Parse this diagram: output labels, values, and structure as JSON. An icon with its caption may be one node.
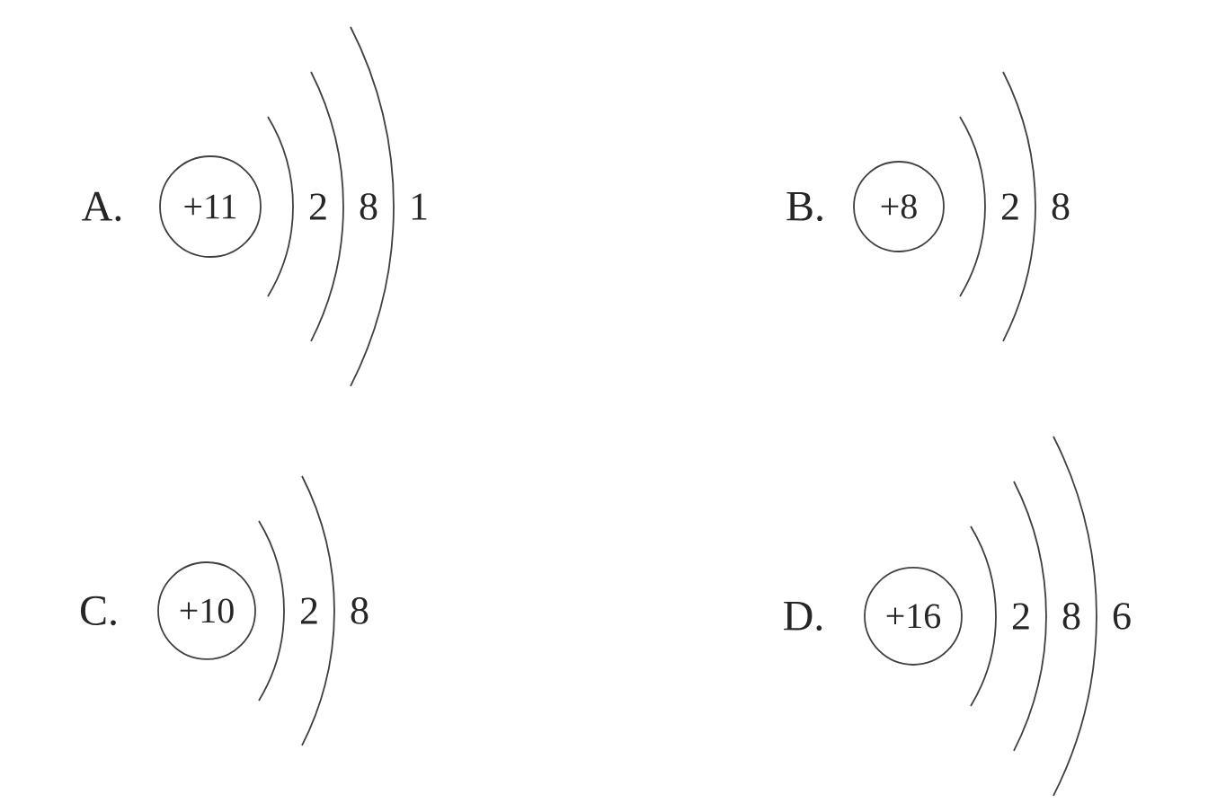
{
  "diagram": {
    "nodes": [
      {
        "text": [
          "+11"
        ],
        "beside": [
          "2",
          "8",
          "1"
        ]
      },
      {
        "text": [
          "+8"
        ],
        "beside": [
          "2",
          "8"
        ]
      },
      {
        "text": [
          "+10"
        ],
        "beside": [
          "2",
          "8"
        ]
      },
      {
        "text": [
          "+16"
        ],
        "beside": [
          "2",
          "8",
          "6"
        ]
      }
    ],
    "labels": [
      "A.",
      "B.",
      "C.",
      "D."
    ]
  }
}
